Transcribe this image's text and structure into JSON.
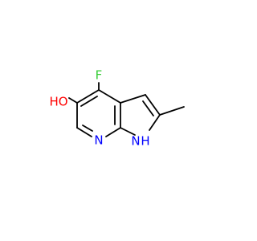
{
  "molecule": {
    "atoms": {
      "fluorine": {
        "label": "F",
        "color": "#33cc33"
      },
      "hydroxyl": {
        "label": "HO",
        "color": "#ff0000"
      },
      "pyridine_n": {
        "label": "N",
        "color": "#0000ff"
      },
      "pyrrole_nh": {
        "label": "H",
        "color": "#0000ff"
      },
      "pyrrole_n": {
        "label": "N",
        "color": "#0000ff"
      }
    }
  }
}
